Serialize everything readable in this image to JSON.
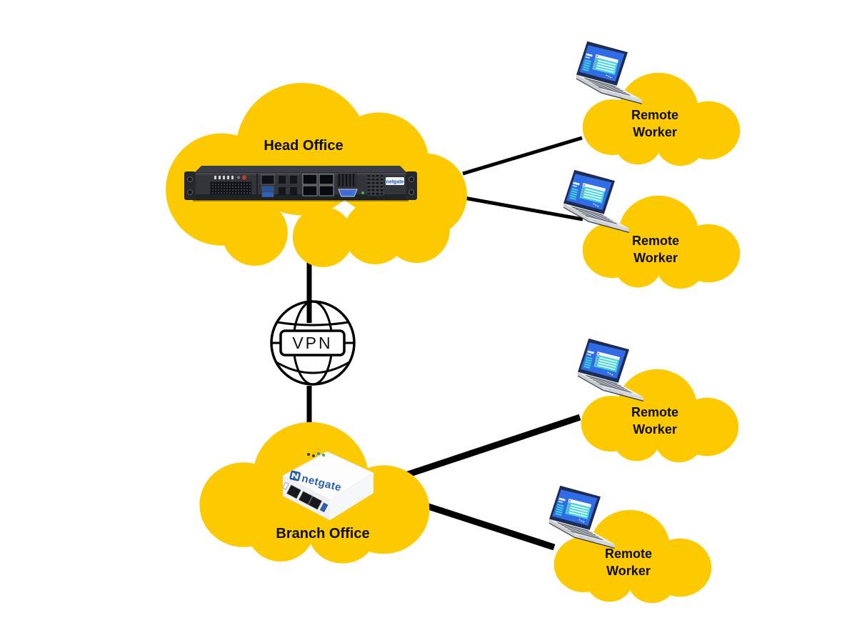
{
  "nodes": {
    "head_office": {
      "label": "Head Office",
      "device": "netgate rack server"
    },
    "branch_office": {
      "label": "Branch Office",
      "device": "netgate desktop appliance"
    },
    "vpn_gateway": {
      "label": "VPN"
    },
    "remote_workers": [
      {
        "label": "Remote Worker",
        "device": "laptop"
      },
      {
        "label": "Remote Worker",
        "device": "laptop"
      },
      {
        "label": "Remote Worker",
        "device": "laptop"
      },
      {
        "label": "Remote Worker",
        "device": "laptop"
      }
    ]
  },
  "branding": {
    "server_badge_text": "netgate",
    "appliance_logo_text": "netgate"
  },
  "links": [
    {
      "from": "head_office",
      "to": "remote_worker_1"
    },
    {
      "from": "head_office",
      "to": "remote_worker_2"
    },
    {
      "from": "head_office",
      "to": "branch_office",
      "via": "vpn_gateway"
    },
    {
      "from": "branch_office",
      "to": "remote_worker_3"
    },
    {
      "from": "branch_office",
      "to": "remote_worker_4"
    }
  ],
  "colors": {
    "cloud_yellow": "#FDCA02",
    "link_black": "#000000",
    "netgate_blue": "#2A5CAE",
    "laptop_screen_blue": "#2F6CE6",
    "laptop_teal": "#41D4DA",
    "laptop_pink": "#E8457F"
  }
}
